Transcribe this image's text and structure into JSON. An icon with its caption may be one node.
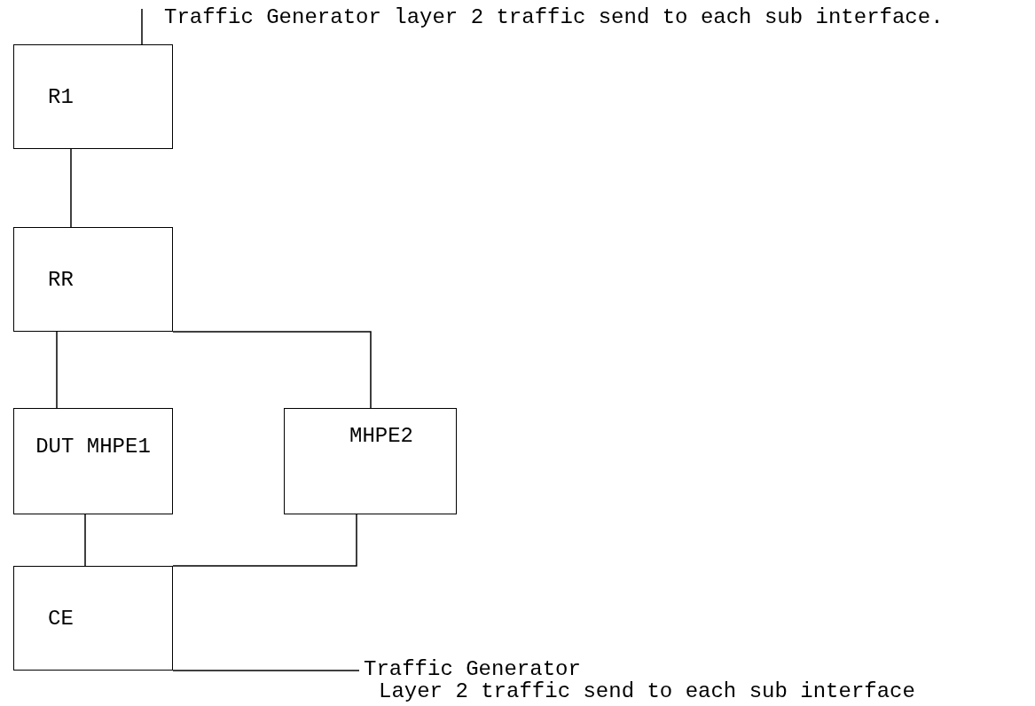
{
  "diagram": {
    "nodes": [
      {
        "text": [
          "Traffic Generator layer 2 traffic send to each sub interface."
        ]
      },
      {
        "text": [
          "R1"
        ]
      },
      {
        "text": [
          "RR"
        ]
      },
      {
        "text": [
          "DUT MHPE1"
        ]
      },
      {
        "text": [
          "MHPE2"
        ]
      },
      {
        "text": [
          "CE"
        ]
      },
      {
        "text": [
          "Traffic Generator",
          "Layer 2 traffic send to each sub interface"
        ]
      }
    ],
    "edges": [
      {
        "from": 0,
        "to": 1,
        "arrow": "none"
      },
      {
        "from": 1,
        "to": 2,
        "arrow": "none"
      },
      {
        "from": 2,
        "to": 3,
        "arrow": "none"
      },
      {
        "from": 2,
        "to": 4,
        "arrow": "none"
      },
      {
        "from": 3,
        "to": 5,
        "arrow": "none"
      },
      {
        "from": 4,
        "to": 5,
        "arrow": "none"
      },
      {
        "from": 5,
        "to": 6,
        "arrow": "none"
      }
    ]
  }
}
